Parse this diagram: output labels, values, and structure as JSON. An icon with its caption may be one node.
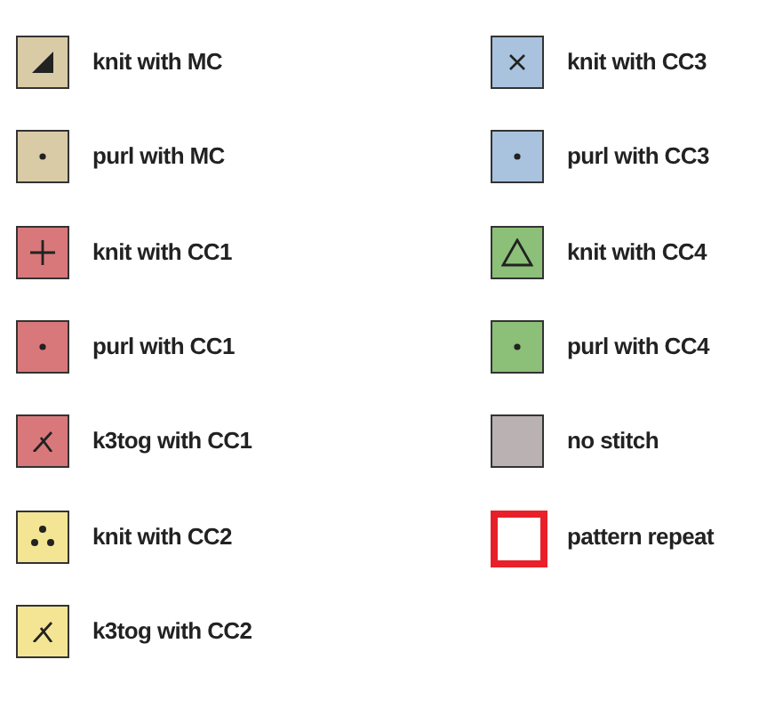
{
  "diagram": {
    "legend": [
      {
        "text": "knit with MC",
        "color": "#d8cba6"
      },
      {
        "text": "purl with MC",
        "color": "#d8cba6"
      },
      {
        "text": "knit with CC1",
        "color": "#d9787a"
      },
      {
        "text": "purl with CC1",
        "color": "#d9787a"
      },
      {
        "text": "k3tog with CC1",
        "color": "#d9787a"
      },
      {
        "text": "knit with CC2",
        "color": "#f3e593"
      },
      {
        "text": "k3tog with CC2",
        "color": "#f3e593"
      },
      {
        "text": "knit with CC3",
        "color": "#a9c3de"
      },
      {
        "text": "purl with CC3",
        "color": "#a9c3de"
      },
      {
        "text": "knit with CC4",
        "color": "#8cbf78"
      },
      {
        "text": "purl with CC4",
        "color": "#8cbf78"
      },
      {
        "text": "no stitch",
        "color": "#bab2b2"
      },
      {
        "text": "pattern repeat"
      }
    ]
  }
}
